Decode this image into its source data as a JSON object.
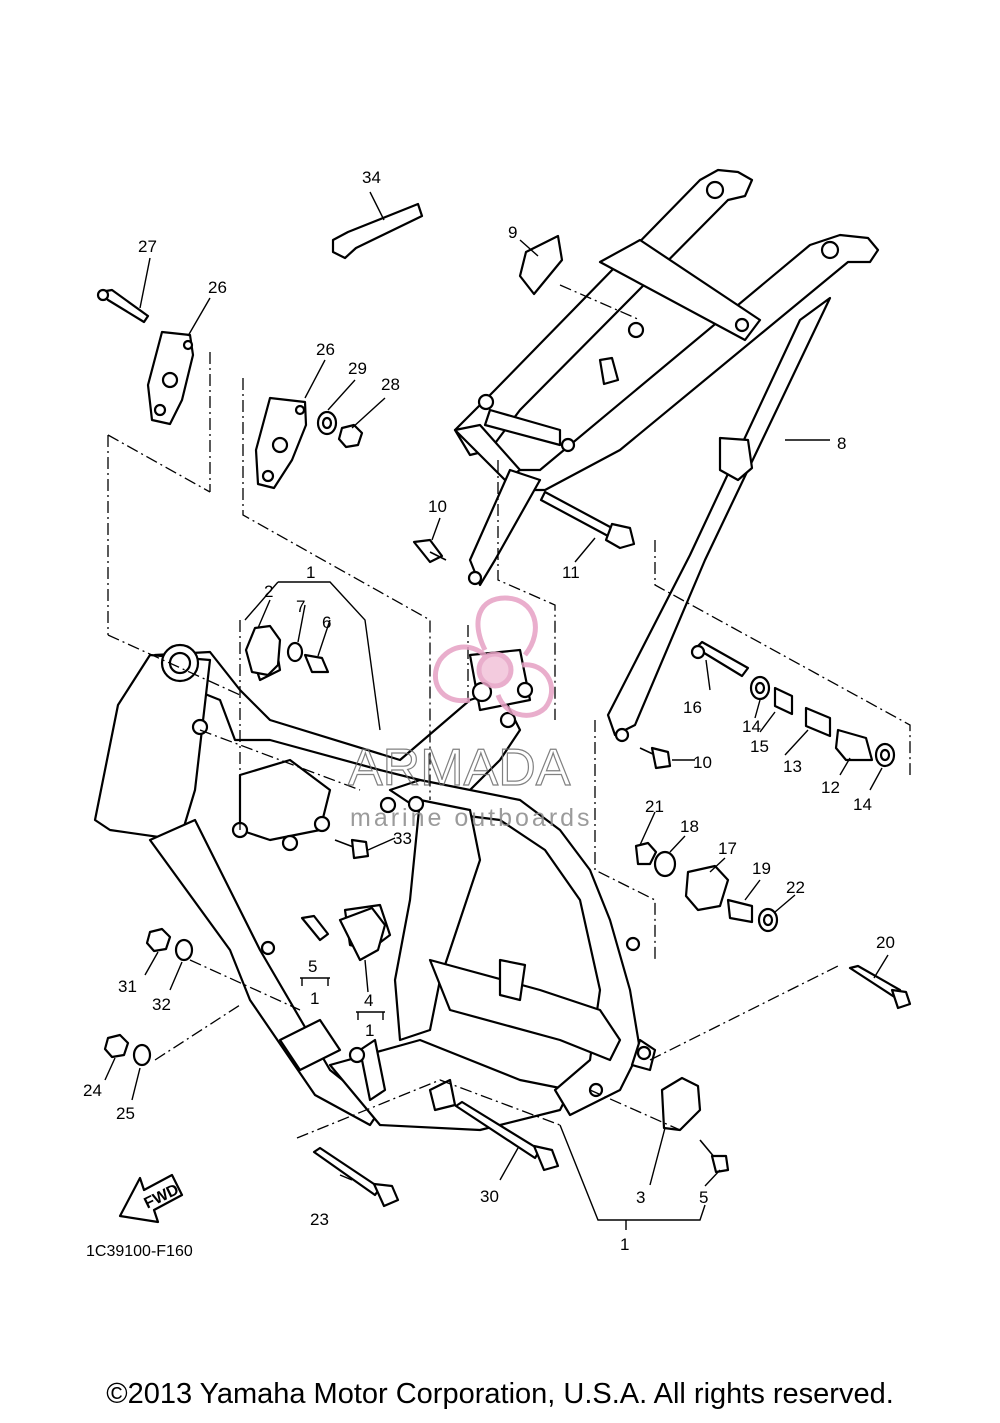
{
  "diagram": {
    "callouts": [
      "1",
      "2",
      "3",
      "4",
      "5",
      "6",
      "7",
      "8",
      "9",
      "10",
      "11",
      "12",
      "13",
      "14",
      "15",
      "16",
      "17",
      "18",
      "19",
      "20",
      "21",
      "22",
      "23",
      "24",
      "25",
      "26",
      "27",
      "28",
      "29",
      "30",
      "31",
      "32",
      "33",
      "34"
    ],
    "catalog_code": "1C39100-F160",
    "fwd_label": "FWD"
  },
  "watermark": {
    "brand": "ARMADA",
    "tagline": "marine outboards",
    "logo_color": "#e6a0c4"
  },
  "copyright": "©2013 Yamaha Motor Corporation, U.S.A. All rights reserved."
}
